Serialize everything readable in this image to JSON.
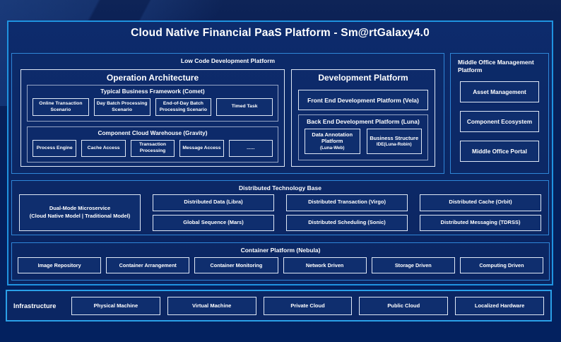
{
  "title": "Cloud Native Financial PaaS Platform - Sm@rtGalaxy4.0",
  "colors": {
    "page_background": "#04205c",
    "frame_background": "#0c2966",
    "frame_border": "#1f93e0",
    "panel_border": "#2f86d8",
    "box_border": "#dfe8f6",
    "wrapper_border": "#96a5c5",
    "text": "#ffffff"
  },
  "low_code": {
    "label": "Low Code Development Platform",
    "operation": {
      "label": "Operation Architecture",
      "comet": {
        "label": "Typical Business Framework (Comet)",
        "items": [
          "Online Transaction Scenario",
          "Day Batch Processing Scenario",
          "End-of-Day Batch Processing Scenario",
          "Timed Task"
        ]
      },
      "gravity": {
        "label": "Component Cloud Warehouse (Gravity)",
        "items": [
          "Process Engine",
          "Cache Access",
          "Transaction Processing",
          "Message Access",
          "......"
        ]
      }
    },
    "development": {
      "label": "Development Platform",
      "front_end": "Front End Development Platform (Vela)",
      "back_end": {
        "label": "Back End Development Platform (Luna)",
        "items": [
          {
            "name": "Data Annotation Platform",
            "sub": "(Luna-Web)"
          },
          {
            "name": "Business Structure",
            "sub": "IDE(Luna-Robin)"
          }
        ]
      }
    }
  },
  "middle_office": {
    "label": "Middle Office Management Platform",
    "items": [
      "Asset Management",
      "Component Ecosystem",
      "Middle Office Portal"
    ]
  },
  "distributed": {
    "label": "Distributed Technology Base",
    "dual_mode": {
      "line1": "Dual-Mode Microservice",
      "line2": "(Cloud Native Model | Traditional Model)"
    },
    "rows": [
      [
        "Distributed Data (Libra)",
        "Distributed Transaction (Virgo)",
        "Distributed Cache (Orbit)"
      ],
      [
        "Global Sequence (Mars)",
        "Distributed Scheduling (Sonic)",
        "Distributed Messaging (TDRSS)"
      ]
    ]
  },
  "container_platform": {
    "label": "Container Platform (Nebula)",
    "items": [
      "Image Repository",
      "Container Arrangement",
      "Container Monitoring",
      "Network Driven",
      "Storage Driven",
      "Computing Driven"
    ]
  },
  "infrastructure": {
    "label": "Infrastructure",
    "items": [
      "Physical Machine",
      "Virtual Machine",
      "Private Cloud",
      "Public Cloud",
      "Localized Hardware"
    ]
  }
}
